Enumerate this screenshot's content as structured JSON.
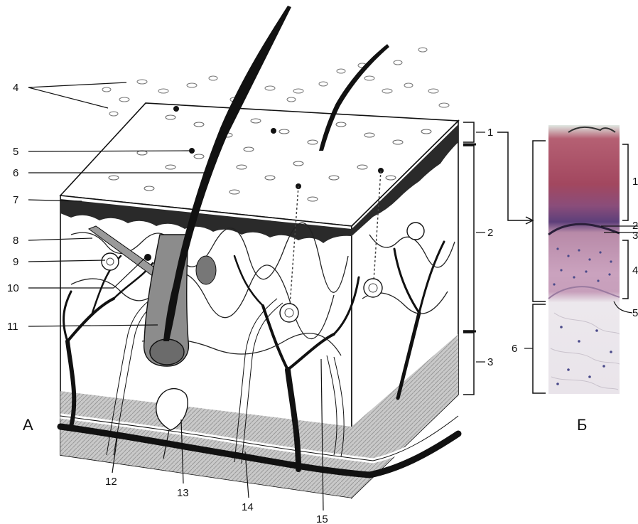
{
  "figure": {
    "panel_a_label": "А",
    "panel_b_label": "Б",
    "labels_a": {
      "l1": "1",
      "l2": "2",
      "l3": "3",
      "l4": "4",
      "l5": "5",
      "l6": "6",
      "l7": "7",
      "l8": "8",
      "l9": "9",
      "l10": "10",
      "l11": "11",
      "l12": "12",
      "l13": "13",
      "l14": "14",
      "l15": "15"
    },
    "labels_b": {
      "l1": "1",
      "l2": "2",
      "l3": "3",
      "l4": "4",
      "l5": "5",
      "l6": "6"
    }
  },
  "colors": {
    "ink": "#111111",
    "tissue_dark": "#1a1a1a",
    "gray_layer": "#b9b9b9",
    "stain_top": "#a2475f",
    "stain_purple": "#7f5a93",
    "stain_pink": "#caa2be",
    "stain_pale": "#e9e4ea"
  }
}
